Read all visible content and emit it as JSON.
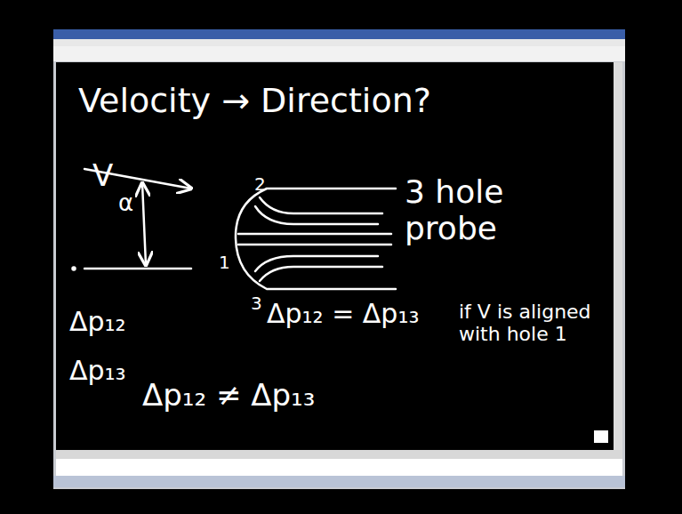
{
  "diagram": {
    "title": "Velocity → Direction?",
    "labels": [
      "V",
      "α",
      "1",
      "2",
      "3",
      "3 hole probe",
      "Δp₁₂",
      "Δp₁₃",
      "Δp₁₂ = Δp₁₃",
      "if V is aligned with hole 1",
      "Δp₁₂ ≠ Δp₁₃"
    ]
  }
}
